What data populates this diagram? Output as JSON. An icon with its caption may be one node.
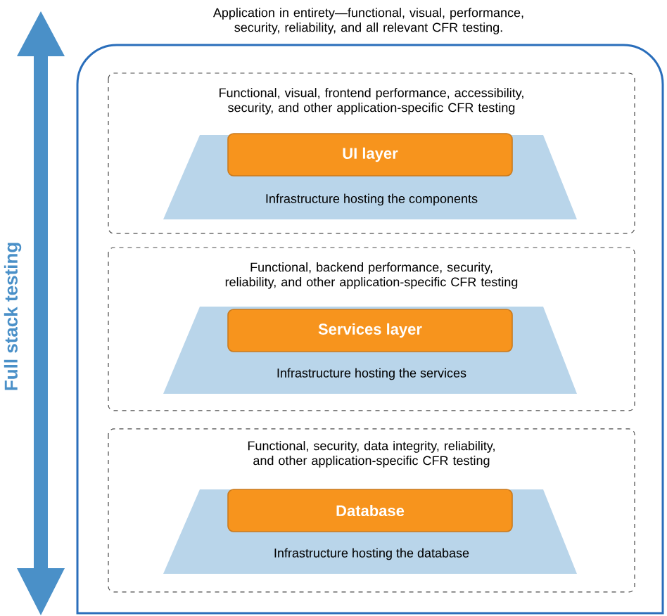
{
  "diagram": {
    "nodes": [
      {
        "text": [
          "Application in entirety—functional, visual, performance, security, reliability, and all relevant CFR testing."
        ]
      },
      {
        "text": [
          "Functional, visual, frontend performance, accessibility, security, and other application-specific CFR testing"
        ],
        "in": 0
      },
      {
        "text": [
          "Infrastructure hosting the components"
        ],
        "in": 1
      },
      {
        "text": [
          "UI layer"
        ],
        "in": 2
      },
      {
        "text": [
          "Functional, backend performance, security, reliability, and other application-specific CFR testing"
        ],
        "in": 0
      },
      {
        "text": [
          "Infrastructure hosting the services"
        ],
        "in": 4
      },
      {
        "text": [
          "Services layer"
        ],
        "in": 5
      },
      {
        "text": [
          "Functional, security, data integrity, reliability, and other application-specific CFR testing"
        ],
        "in": 0
      },
      {
        "text": [
          "Infrastructure hosting the database"
        ],
        "in": 7
      },
      {
        "text": [
          "Database"
        ],
        "in": 8
      }
    ],
    "labels": [
      "Full stack testing"
    ]
  }
}
